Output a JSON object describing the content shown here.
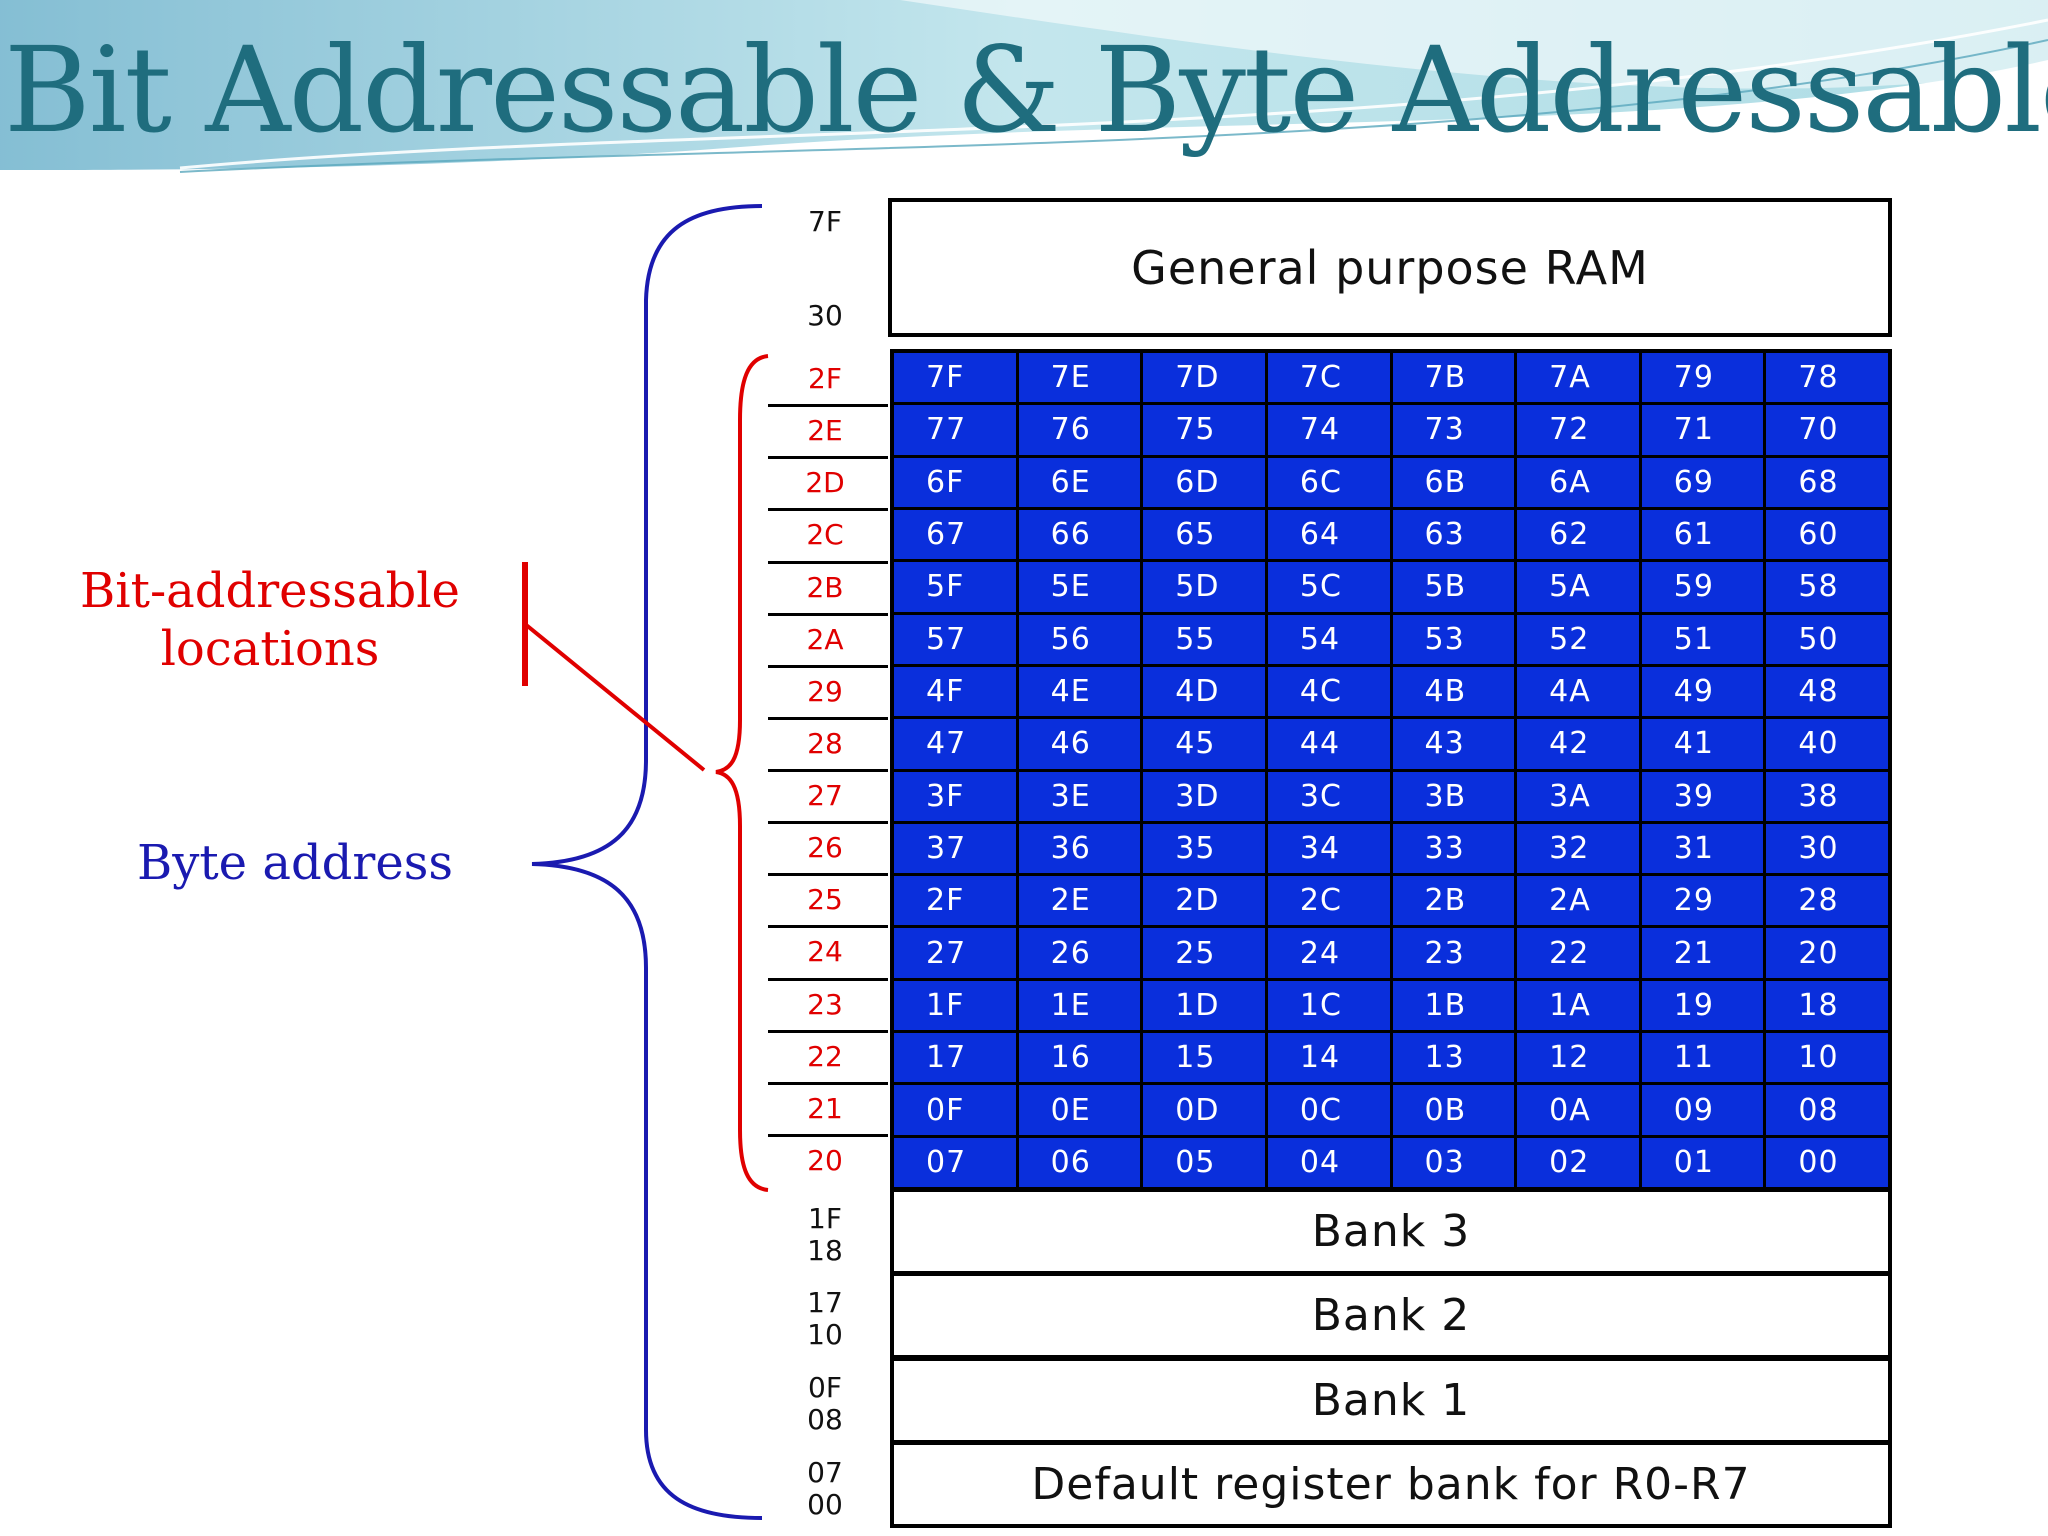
{
  "title": "Bit Addressable & Byte Addressable",
  "general_ram": {
    "label": "General purpose RAM",
    "addr_top": "7F",
    "addr_bottom": "30"
  },
  "bit_rows": [
    {
      "addr": "2F",
      "bits": [
        "7F",
        "7E",
        "7D",
        "7C",
        "7B",
        "7A",
        "79",
        "78"
      ]
    },
    {
      "addr": "2E",
      "bits": [
        "77",
        "76",
        "75",
        "74",
        "73",
        "72",
        "71",
        "70"
      ]
    },
    {
      "addr": "2D",
      "bits": [
        "6F",
        "6E",
        "6D",
        "6C",
        "6B",
        "6A",
        "69",
        "68"
      ]
    },
    {
      "addr": "2C",
      "bits": [
        "67",
        "66",
        "65",
        "64",
        "63",
        "62",
        "61",
        "60"
      ]
    },
    {
      "addr": "2B",
      "bits": [
        "5F",
        "5E",
        "5D",
        "5C",
        "5B",
        "5A",
        "59",
        "58"
      ]
    },
    {
      "addr": "2A",
      "bits": [
        "57",
        "56",
        "55",
        "54",
        "53",
        "52",
        "51",
        "50"
      ]
    },
    {
      "addr": "29",
      "bits": [
        "4F",
        "4E",
        "4D",
        "4C",
        "4B",
        "4A",
        "49",
        "48"
      ]
    },
    {
      "addr": "28",
      "bits": [
        "47",
        "46",
        "45",
        "44",
        "43",
        "42",
        "41",
        "40"
      ]
    },
    {
      "addr": "27",
      "bits": [
        "3F",
        "3E",
        "3D",
        "3C",
        "3B",
        "3A",
        "39",
        "38"
      ]
    },
    {
      "addr": "26",
      "bits": [
        "37",
        "36",
        "35",
        "34",
        "33",
        "32",
        "31",
        "30"
      ]
    },
    {
      "addr": "25",
      "bits": [
        "2F",
        "2E",
        "2D",
        "2C",
        "2B",
        "2A",
        "29",
        "28"
      ]
    },
    {
      "addr": "24",
      "bits": [
        "27",
        "26",
        "25",
        "24",
        "23",
        "22",
        "21",
        "20"
      ]
    },
    {
      "addr": "23",
      "bits": [
        "1F",
        "1E",
        "1D",
        "1C",
        "1B",
        "1A",
        "19",
        "18"
      ]
    },
    {
      "addr": "22",
      "bits": [
        "17",
        "16",
        "15",
        "14",
        "13",
        "12",
        "11",
        "10"
      ]
    },
    {
      "addr": "21",
      "bits": [
        "0F",
        "0E",
        "0D",
        "0C",
        "0B",
        "0A",
        "09",
        "08"
      ]
    },
    {
      "addr": "20",
      "bits": [
        "07",
        "06",
        "05",
        "04",
        "03",
        "02",
        "01",
        "00"
      ]
    }
  ],
  "banks": [
    {
      "label": "Bank 3",
      "addr_top": "1F",
      "addr_bottom": "18"
    },
    {
      "label": "Bank 2",
      "addr_top": "17",
      "addr_bottom": "10"
    },
    {
      "label": "Bank 1",
      "addr_top": "0F",
      "addr_bottom": "08"
    },
    {
      "label": "Default register bank for R0-R7",
      "addr_top": "07",
      "addr_bottom": "00"
    }
  ],
  "labels": {
    "bit_line1": "Bit-addressable",
    "bit_line2": "locations",
    "byte": "Byte address"
  },
  "colors": {
    "title": "#1f6d7e",
    "cell_fill": "#0a2fdc",
    "red": "#e00000",
    "blue": "#1a1ab0"
  }
}
